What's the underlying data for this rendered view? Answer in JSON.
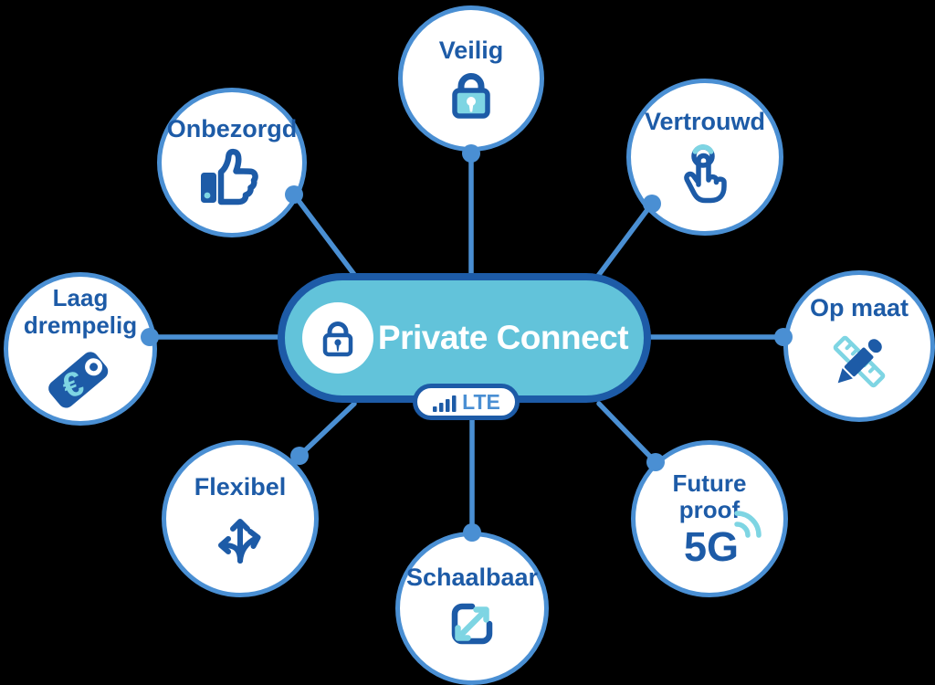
{
  "colors": {
    "background": "#000000",
    "dark_blue": "#1d5ba7",
    "medium_blue": "#4a8fd3",
    "teal_fill": "#62c3da",
    "light_teal": "#7ed5e3",
    "white": "#ffffff"
  },
  "center": {
    "title": "Private Connect",
    "icon": "lock-icon",
    "badge_label": "LTE",
    "badge_icon": "signal-bars-icon"
  },
  "nodes": [
    {
      "id": "veilig",
      "label": "Veilig",
      "icon": "lock-icon"
    },
    {
      "id": "onbezorgd",
      "label": "Onbezorgd",
      "icon": "thumbs-up-icon"
    },
    {
      "id": "vertrouwd",
      "label": "Vertrouwd",
      "icon": "tap-finger-icon"
    },
    {
      "id": "opmaat",
      "label": "Op maat",
      "icon": "pencil-ruler-icon"
    },
    {
      "id": "future",
      "label": "Future\nproof",
      "icon": "5g-wireless-icon",
      "icon_text": "5G"
    },
    {
      "id": "schaalbaar",
      "label": "Schaalbaar",
      "icon": "expand-arrow-icon"
    },
    {
      "id": "flexibel",
      "label": "Flexibel",
      "icon": "branch-arrows-icon"
    },
    {
      "id": "laag",
      "label": "Laag\ndrempelig",
      "icon": "price-tag-icon",
      "icon_text": "€"
    }
  ]
}
